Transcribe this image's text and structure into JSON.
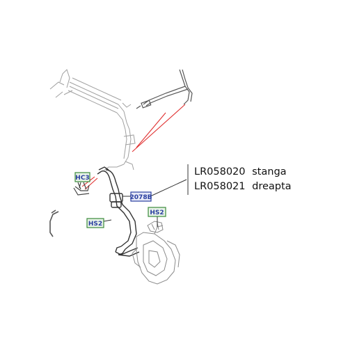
{
  "callouts": {
    "hc3": "HC3",
    "hs2_left": "HS2",
    "hs2_right": "HS2",
    "ref_2078b": "2078B"
  },
  "part_numbers": [
    {
      "number": "LR058020",
      "side": "stanga"
    },
    {
      "number": "LR058021",
      "side": "dreapta"
    }
  ],
  "colors": {
    "green_box": "#3a8a3a",
    "blue_box": "#2a3fa0",
    "box_fill": "#e8f3e8",
    "blue_fill": "#e6e9f7",
    "red_leader": "#e03030",
    "line_art": "#555555",
    "light_art": "#9a9a9a"
  }
}
